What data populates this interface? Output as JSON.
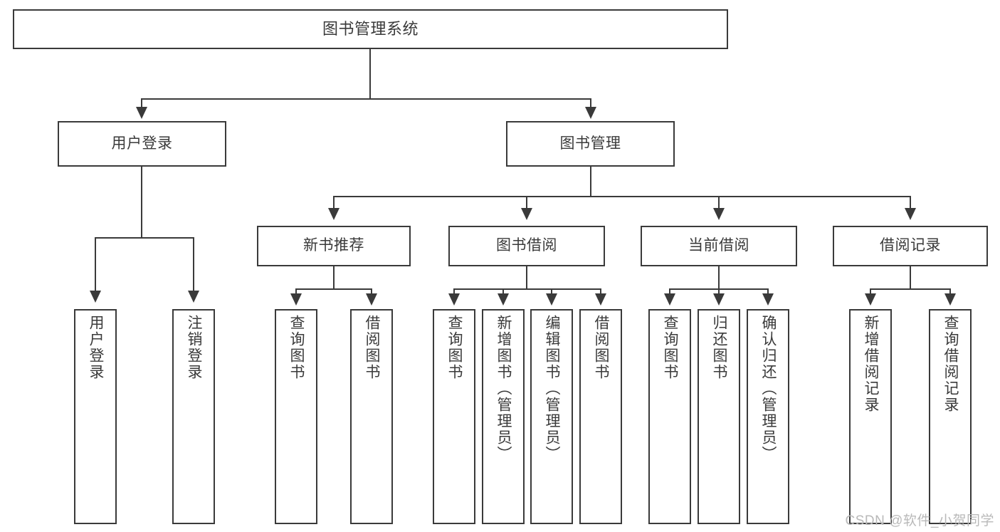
{
  "diagram": {
    "title": "图书管理系统",
    "root": {
      "label": "图书管理系统"
    },
    "level2": [
      {
        "label": "用户登录"
      },
      {
        "label": "图书管理"
      }
    ],
    "level3": [
      {
        "label": "新书推荐"
      },
      {
        "label": "图书借阅"
      },
      {
        "label": "当前借阅"
      },
      {
        "label": "借阅记录"
      }
    ],
    "leaves": {
      "user_login": [
        {
          "label": "用户登录"
        },
        {
          "label": "注销登录"
        }
      ],
      "new_book_recommend": [
        {
          "label": "查询图书"
        },
        {
          "label": "借阅图书"
        }
      ],
      "book_borrow": [
        {
          "label": "查询图书"
        },
        {
          "label": "新增图书（管理员）"
        },
        {
          "label": "编辑图书（管理员）"
        },
        {
          "label": "借阅图书"
        }
      ],
      "current_borrow": [
        {
          "label": "查询图书"
        },
        {
          "label": "归还图书"
        },
        {
          "label": "确认归还（管理员）"
        }
      ],
      "borrow_record": [
        {
          "label": "新增借阅记录"
        },
        {
          "label": "查询借阅记录"
        }
      ]
    }
  },
  "watermark": {
    "text": "CSDN @软件_小贺同学"
  },
  "colors": {
    "stroke": "#3a3a3a",
    "background": "#ffffff",
    "watermark": "#b9b9b9"
  }
}
